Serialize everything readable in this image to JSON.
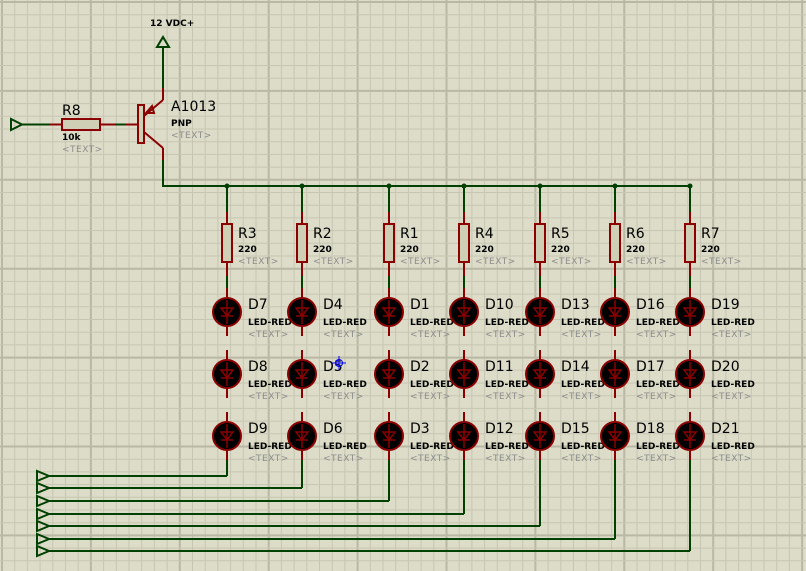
{
  "colors": {
    "background": "#dcdcc8",
    "wire": "#004000",
    "component": "#8b0000",
    "led_fill": "#000000",
    "resistor_fill": "#cfcfb5",
    "grid": "#c4c4b0"
  },
  "power": {
    "label": "12 VDC+"
  },
  "transistor": {
    "ref": "A1013",
    "value": "PNP",
    "text": "<TEXT>"
  },
  "base_resistor": {
    "ref": "R8",
    "value": "10k",
    "text": "<TEXT>"
  },
  "columns": [
    {
      "resistor": {
        "ref": "R3",
        "value": "220",
        "text": "<TEXT>"
      },
      "leds": [
        {
          "ref": "D7",
          "value": "LED-RED",
          "text": "<TEXT>"
        },
        {
          "ref": "D8",
          "value": "LED-RED",
          "text": "<TEXT>"
        },
        {
          "ref": "D9",
          "value": "LED-RED",
          "text": "<TEXT>"
        }
      ]
    },
    {
      "resistor": {
        "ref": "R2",
        "value": "220",
        "text": "<TEXT>"
      },
      "leds": [
        {
          "ref": "D4",
          "value": "LED-RED",
          "text": "<TEXT>"
        },
        {
          "ref": "D5",
          "value": "LED-RED",
          "text": "<TEXT>"
        },
        {
          "ref": "D6",
          "value": "LED-RED",
          "text": "<TEXT>"
        }
      ]
    },
    {
      "resistor": {
        "ref": "R1",
        "value": "220",
        "text": "<TEXT>"
      },
      "leds": [
        {
          "ref": "D1",
          "value": "LED-RED",
          "text": "<TEXT>"
        },
        {
          "ref": "D2",
          "value": "LED-RED",
          "text": "<TEXT>"
        },
        {
          "ref": "D3",
          "value": "LED-RED",
          "text": "<TEXT>"
        }
      ]
    },
    {
      "resistor": {
        "ref": "R4",
        "value": "220",
        "text": "<TEXT>"
      },
      "leds": [
        {
          "ref": "D10",
          "value": "LED-RED",
          "text": "<TEXT>"
        },
        {
          "ref": "D11",
          "value": "LED-RED",
          "text": "<TEXT>"
        },
        {
          "ref": "D12",
          "value": "LED-RED",
          "text": "<TEXT>"
        }
      ]
    },
    {
      "resistor": {
        "ref": "R5",
        "value": "220",
        "text": "<TEXT>"
      },
      "leds": [
        {
          "ref": "D13",
          "value": "LED-RED",
          "text": "<TEXT>"
        },
        {
          "ref": "D14",
          "value": "LED-RED",
          "text": "<TEXT>"
        },
        {
          "ref": "D15",
          "value": "LED-RED",
          "text": "<TEXT>"
        }
      ]
    },
    {
      "resistor": {
        "ref": "R6",
        "value": "220",
        "text": "<TEXT>"
      },
      "leds": [
        {
          "ref": "D16",
          "value": "LED-RED",
          "text": "<TEXT>"
        },
        {
          "ref": "D17",
          "value": "LED-RED",
          "text": "<TEXT>"
        },
        {
          "ref": "D18",
          "value": "LED-RED",
          "text": "<TEXT>"
        }
      ]
    },
    {
      "resistor": {
        "ref": "R7",
        "value": "220",
        "text": "<TEXT>"
      },
      "leds": [
        {
          "ref": "D19",
          "value": "LED-RED",
          "text": "<TEXT>"
        },
        {
          "ref": "D20",
          "value": "LED-RED",
          "text": "<TEXT>"
        },
        {
          "ref": "D21",
          "value": "LED-RED",
          "text": "<TEXT>"
        }
      ]
    }
  ]
}
